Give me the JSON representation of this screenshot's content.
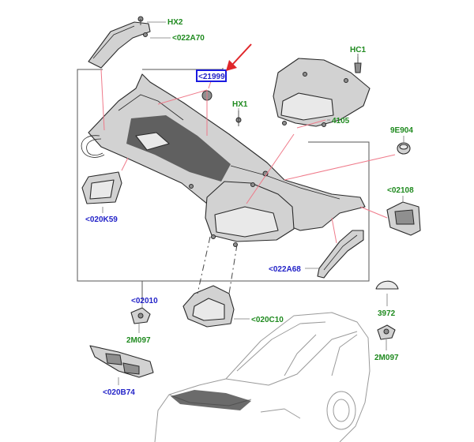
{
  "labels": {
    "hx2": "HX2",
    "a022a70": "<022A70",
    "p21999": "<21999",
    "hc1": "HC1",
    "hx1": "HX1",
    "p4105": "4105",
    "p9e904": "9E904",
    "a02108": "<02108",
    "a020k59": "<020K59",
    "a022a68": "<022A68",
    "a02010": "<02010",
    "p3972": "3972",
    "a020c10": "<020C10",
    "m2m097_left": "2M097",
    "m2m097_right": "2M097",
    "a020b74": "<020B74"
  },
  "colors": {
    "part_number": "#1f8a1f",
    "reference": "#2323c8",
    "highlight": "#1a1ae0",
    "pointer_arrow": "#e0262a",
    "leader_lines": "#ef7a8a"
  }
}
